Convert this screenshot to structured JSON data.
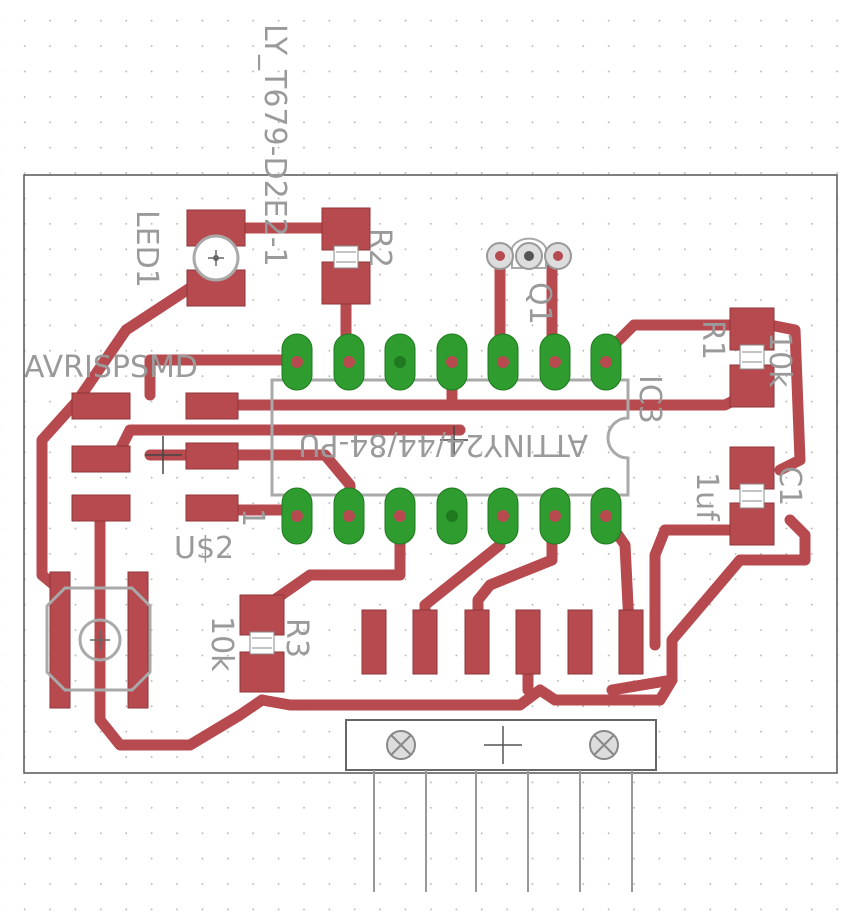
{
  "labels": {
    "board_name": "LY_T679-D2E2-1",
    "led": "LED1",
    "r2": "R2",
    "q1": "Q1",
    "r1": "R1",
    "r1_value": "10k",
    "ic3": "IC3",
    "ic_value": "ATTINY24/44/84-PU",
    "c1": "C1",
    "c1_value": "1uf",
    "isp": "AVRISPSMD",
    "us2": "U$2",
    "r3": "R3",
    "r3_value": "10k",
    "pin1": "1"
  },
  "colors": {
    "copper": "#b74a4f",
    "through_hole": "#2e9c2e",
    "silkscreen": "#a9a9a9",
    "board_outline": "#555555"
  },
  "icons": [
    "crosshair-icon",
    "led-circle-icon",
    "pushbutton-icon"
  ]
}
